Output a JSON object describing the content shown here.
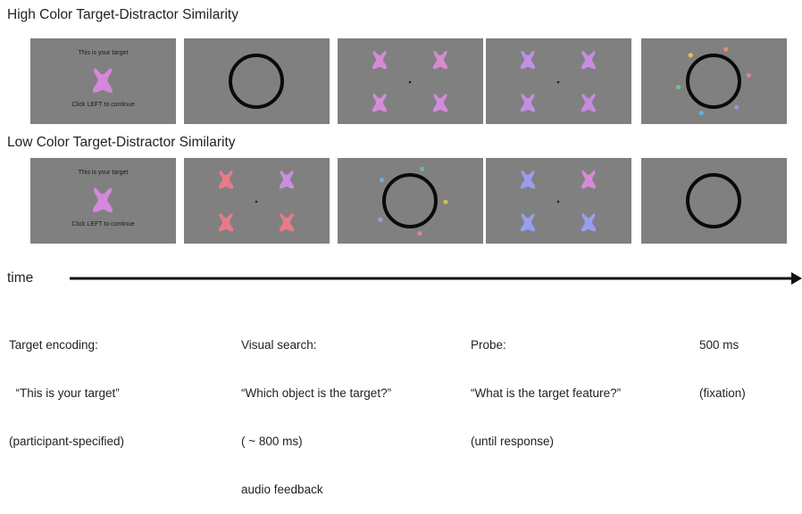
{
  "rows": [
    {
      "title": "High Color Target-Distractor Similarity",
      "encoding_text": {
        "line1": "This is your target",
        "line2": "Click LEFT to continue"
      },
      "target_color": "#d488dc",
      "search_colors": [
        "#d58bd6",
        "#d78ad0",
        "#d38cd8",
        "#d48adc"
      ],
      "probe_colors": [
        "#be90e6",
        "#c88ce0",
        "#c28ee2",
        "#c48ae0"
      ],
      "ring_dots": [
        "#e58a78",
        "#e07ba8",
        "#9a8ee6",
        "#66b0e2",
        "#70c48a",
        "#d8c060"
      ]
    },
    {
      "title": "Low Color Target-Distractor Similarity",
      "encoding_text": {
        "line1": "This is your target",
        "line2": "Click LEFT to continue"
      },
      "target_color": "#d488dc",
      "search_colors": [
        "#e87a8a",
        "#c88ee0",
        "#e87a8a",
        "#e87a8a"
      ],
      "ring_dots": [
        "#62c08e",
        "#d2b85c",
        "#e07ba8",
        "#b48ee0",
        "#66aee2"
      ],
      "probe_colors": [
        "#9a9cf0",
        "#d88ad8",
        "#9a9cf0",
        "#9a9cf0"
      ]
    }
  ],
  "timeline": {
    "label": "time"
  },
  "phases": [
    {
      "name": "Target encoding:",
      "lines": [
        "  “This is your target”",
        "(participant-specified)"
      ]
    },
    {
      "name": "Visual search:",
      "lines": [
        "“Which object is the target?”",
        "( ~ 800 ms)",
        "audio feedback"
      ]
    },
    {
      "name": "Probe:",
      "lines": [
        "“What is the target feature?”",
        "(until response)"
      ]
    },
    {
      "name": "500 ms",
      "lines": [
        "(fixation)"
      ]
    }
  ]
}
